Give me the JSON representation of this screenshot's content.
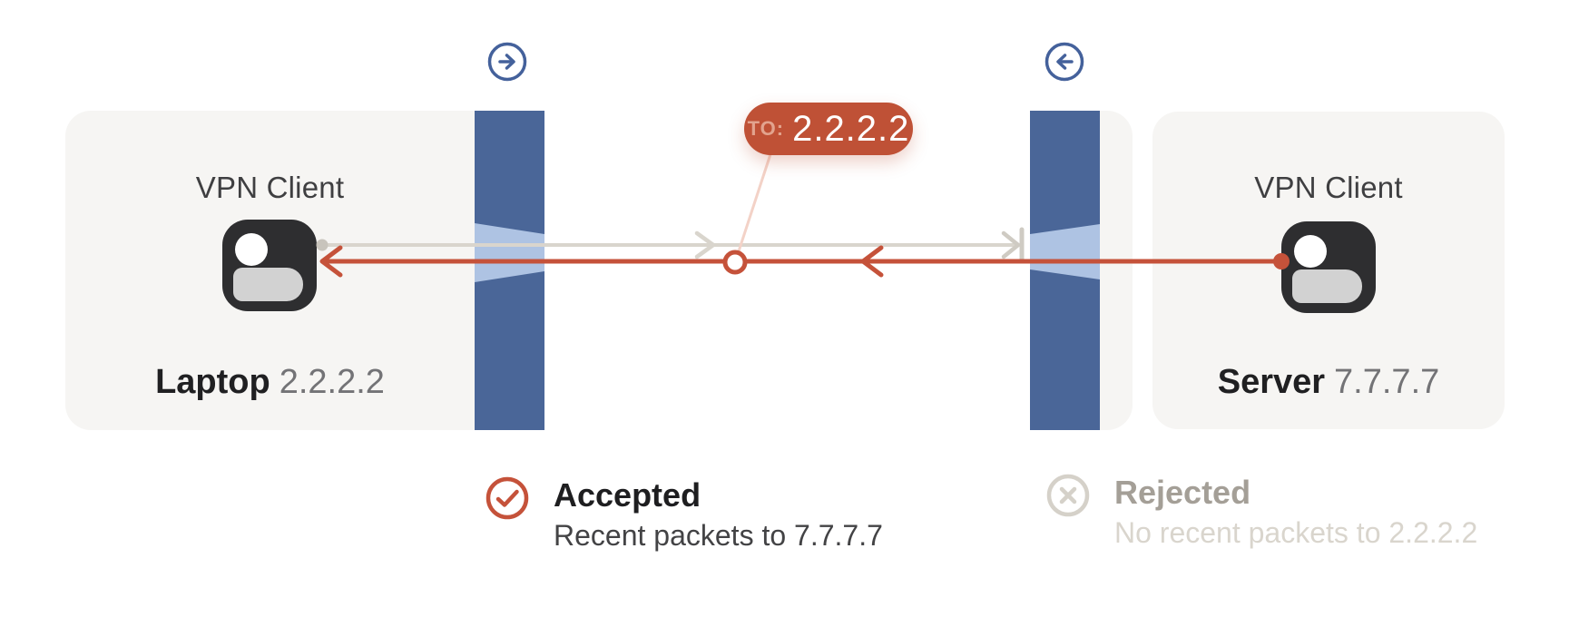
{
  "nodes": {
    "laptop": {
      "role_label": "VPN Client",
      "name": "Laptop",
      "address": "2.2.2.2"
    },
    "server": {
      "role_label": "VPN Client",
      "name": "Server",
      "address": "7.7.7.7"
    }
  },
  "badge": {
    "prefix": "TO:",
    "address": "2.2.2.2"
  },
  "statuses": {
    "accepted": {
      "title": "Accepted",
      "subtitle": "Recent packets to 7.7.7.7"
    },
    "rejected": {
      "title": "Rejected",
      "subtitle": "No recent packets to 2.2.2.2"
    }
  },
  "icons": {
    "left_firewall_direction": "arrow-right-circle",
    "right_firewall_direction": "arrow-left-circle",
    "accepted": "check-circle",
    "rejected": "x-circle",
    "node": "vpn-client-user"
  },
  "colors": {
    "accent_red": "#c5523a",
    "badge_background": "#bf5136",
    "badge_prefix_text": "#e2a38e",
    "firewall_blue": "#4a6698",
    "firewall_opening_blue": "#aec3e3",
    "direction_icon_blue": "#44619b",
    "card_background": "#f6f5f3",
    "muted_line_gray": "#d9d5cd",
    "icon_dark": "#2e2e30",
    "icon_body_gray": "#d2d2d2",
    "text_dark": "#1e1e20",
    "text_muted": "#737376",
    "rejected_title": "#a49f97",
    "rejected_subtitle": "#d9d5cd"
  }
}
